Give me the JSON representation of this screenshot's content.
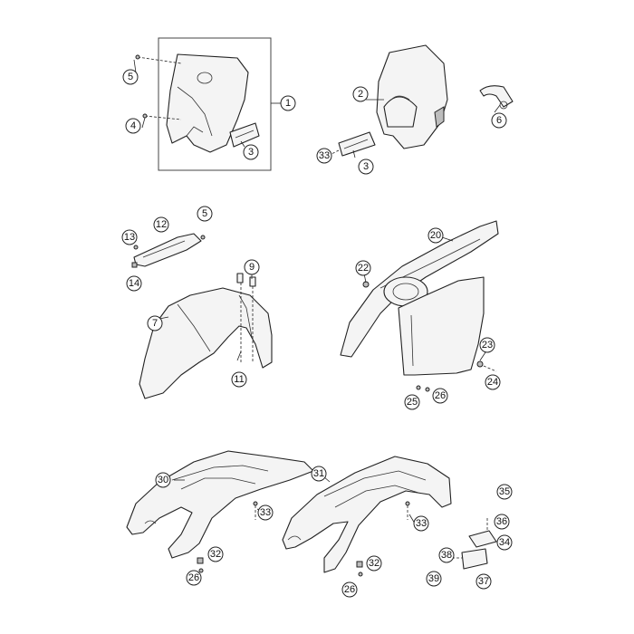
{
  "callouts": {
    "c1": "1",
    "c2": "2",
    "c3a": "3",
    "c3b": "3",
    "c4": "4",
    "c5a": "5",
    "c5b": "5",
    "c6": "6",
    "c7": "7",
    "c9": "9",
    "c11": "11",
    "c12": "12",
    "c13": "13",
    "c14": "14",
    "c20": "20",
    "c22": "22",
    "c23": "23",
    "c24": "24",
    "c25": "25",
    "c26a": "26",
    "c30": "30",
    "c31": "31",
    "c32a": "32",
    "c32b": "32",
    "c33a": "33",
    "c33b": "33",
    "c33c": "33",
    "c26b": "26",
    "c26c": "26",
    "c34": "34",
    "c35": "35",
    "c36": "36",
    "c37": "37",
    "c38": "38",
    "c39": "39"
  },
  "colors": {
    "line": "#222222",
    "fill": "#f4f4f4",
    "background": "#ffffff"
  }
}
